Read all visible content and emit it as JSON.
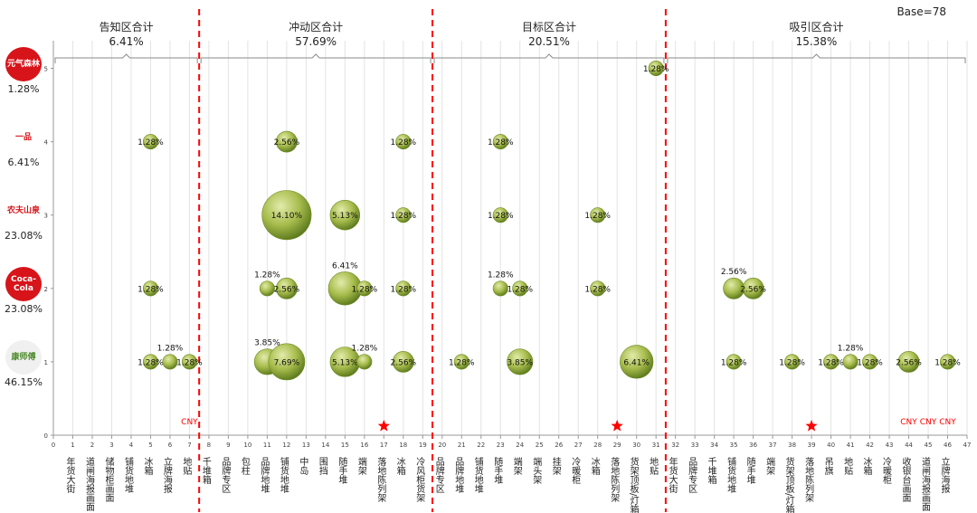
{
  "base_label": "Base=78",
  "brands": [
    {
      "pct": "46.15%",
      "logo_text": "康师傅",
      "logo_color": "#4b8a2a",
      "logo_bg": "#f0f0f0"
    },
    {
      "pct": "23.08%",
      "logo_text": "Coca-Cola",
      "logo_color": "#ffffff",
      "logo_bg": "#d7141a"
    },
    {
      "pct": "23.08%",
      "logo_text": "农夫山泉",
      "logo_color": "#d7141a",
      "logo_bg": "#ffffff"
    },
    {
      "pct": "6.41%",
      "logo_text": "一品",
      "logo_color": "#d7141a",
      "logo_bg": "#ffffff"
    },
    {
      "pct": "1.28%",
      "logo_text": "元气森林",
      "logo_color": "#ffffff",
      "logo_bg": "#d7141a"
    }
  ],
  "chart_data": {
    "type": "scatter",
    "title": "",
    "xlabel": "",
    "ylabel": "",
    "xlim": [
      0,
      47
    ],
    "ylim": [
      0,
      5.5
    ],
    "x_ticks": [
      0,
      1,
      2,
      3,
      4,
      5,
      6,
      7,
      8,
      9,
      10,
      11,
      12,
      13,
      14,
      15,
      16,
      17,
      18,
      19,
      20,
      21,
      22,
      23,
      24,
      25,
      26,
      27,
      28,
      29,
      30,
      31,
      32,
      33,
      34,
      35,
      36,
      37,
      38,
      39,
      40,
      41,
      42,
      43,
      44,
      45,
      46,
      47
    ],
    "y_ticks": [
      0,
      1,
      2,
      3,
      4,
      5
    ],
    "categories": [
      {
        "x": 1,
        "label": "年货大街"
      },
      {
        "x": 2,
        "label": "道闸海报画面"
      },
      {
        "x": 3,
        "label": "储物柜画面"
      },
      {
        "x": 4,
        "label": "铺货地堆"
      },
      {
        "x": 5,
        "label": "冰箱"
      },
      {
        "x": 6,
        "label": "立牌海报"
      },
      {
        "x": 7,
        "label": "地贴"
      },
      {
        "x": 8,
        "label": "千堆箱"
      },
      {
        "x": 9,
        "label": "品牌专区"
      },
      {
        "x": 10,
        "label": "包柱"
      },
      {
        "x": 11,
        "label": "品牌地堆"
      },
      {
        "x": 12,
        "label": "铺货地堆"
      },
      {
        "x": 13,
        "label": "中岛"
      },
      {
        "x": 14,
        "label": "围挡"
      },
      {
        "x": 15,
        "label": "随手堆"
      },
      {
        "x": 16,
        "label": "端架"
      },
      {
        "x": 17,
        "label": "落地陈列架"
      },
      {
        "x": 18,
        "label": "冰箱"
      },
      {
        "x": 19,
        "label": "冷风柜货架"
      },
      {
        "x": 20,
        "label": "品牌专区"
      },
      {
        "x": 21,
        "label": "品牌地堆"
      },
      {
        "x": 22,
        "label": "铺货地堆"
      },
      {
        "x": 23,
        "label": "随手堆"
      },
      {
        "x": 24,
        "label": "端架"
      },
      {
        "x": 25,
        "label": "端头架"
      },
      {
        "x": 26,
        "label": "挂架"
      },
      {
        "x": 27,
        "label": "冷暖柜"
      },
      {
        "x": 28,
        "label": "冰箱"
      },
      {
        "x": 29,
        "label": "落地陈列架"
      },
      {
        "x": 30,
        "label": "货架顶板/灯箱"
      },
      {
        "x": 31,
        "label": "地贴"
      },
      {
        "x": 32,
        "label": "年货大街"
      },
      {
        "x": 33,
        "label": "品牌专区"
      },
      {
        "x": 34,
        "label": "千堆箱"
      },
      {
        "x": 35,
        "label": "铺货地堆"
      },
      {
        "x": 36,
        "label": "随手堆"
      },
      {
        "x": 37,
        "label": "端架"
      },
      {
        "x": 38,
        "label": "货架顶板/灯箱"
      },
      {
        "x": 39,
        "label": "落地陈列架"
      },
      {
        "x": 40,
        "label": "吊旗"
      },
      {
        "x": 41,
        "label": "地贴"
      },
      {
        "x": 42,
        "label": "冰箱"
      },
      {
        "x": 43,
        "label": "冷暖柜"
      },
      {
        "x": 44,
        "label": "收银台画面"
      },
      {
        "x": 45,
        "label": "道闸海报画面"
      },
      {
        "x": 46,
        "label": "立牌海报"
      }
    ],
    "zones": [
      {
        "name": "告知区合计",
        "pct": "6.41%",
        "from": 0,
        "to": 7.5
      },
      {
        "name": "冲动区合计",
        "pct": "57.69%",
        "from": 7.5,
        "to": 19.5
      },
      {
        "name": "目标区合计",
        "pct": "20.51%",
        "from": 19.5,
        "to": 31.5
      },
      {
        "name": "吸引区合计",
        "pct": "15.38%",
        "from": 31.5,
        "to": 47
      }
    ],
    "dividers": [
      7.5,
      19.5,
      31.5
    ],
    "points": [
      {
        "x": 31,
        "y": 5,
        "value": 1.28,
        "label": "1.28%"
      },
      {
        "x": 5,
        "y": 4,
        "value": 1.28,
        "label": "1.28%"
      },
      {
        "x": 12,
        "y": 4,
        "value": 2.56,
        "label": "2.56%"
      },
      {
        "x": 18,
        "y": 4,
        "value": 1.28,
        "label": "1.28%"
      },
      {
        "x": 23,
        "y": 4,
        "value": 1.28,
        "label": "1.28%"
      },
      {
        "x": 12,
        "y": 3,
        "value": 14.1,
        "label": "14.10%"
      },
      {
        "x": 15,
        "y": 3,
        "value": 5.13,
        "label": "5.13%"
      },
      {
        "x": 18,
        "y": 3,
        "value": 1.28,
        "label": "1.28%"
      },
      {
        "x": 23,
        "y": 3,
        "value": 1.28,
        "label": "1.28%"
      },
      {
        "x": 28,
        "y": 3,
        "value": 1.28,
        "label": "1.28%"
      },
      {
        "x": 5,
        "y": 2,
        "value": 1.28,
        "label": "1.28%"
      },
      {
        "x": 11,
        "y": 2,
        "value": 1.28,
        "label": "1.28%",
        "label_above": true
      },
      {
        "x": 12,
        "y": 2,
        "value": 2.56,
        "label": "2.56%"
      },
      {
        "x": 15,
        "y": 2,
        "value": 6.41,
        "label": "6.41%",
        "label_above": true
      },
      {
        "x": 16,
        "y": 2,
        "value": 1.28,
        "label": "1.28%"
      },
      {
        "x": 18,
        "y": 2,
        "value": 1.28,
        "label": "1.28%"
      },
      {
        "x": 23,
        "y": 2,
        "value": 1.28,
        "label": "1.28%",
        "label_above": true
      },
      {
        "x": 24,
        "y": 2,
        "value": 1.28,
        "label": "1.28%"
      },
      {
        "x": 28,
        "y": 2,
        "value": 1.28,
        "label": "1.28%"
      },
      {
        "x": 35,
        "y": 2,
        "value": 2.56,
        "label": "2.56%",
        "label_above": true
      },
      {
        "x": 36,
        "y": 2,
        "value": 2.56,
        "label": "2.56%"
      },
      {
        "x": 5,
        "y": 1,
        "value": 1.28,
        "label": "1.28%"
      },
      {
        "x": 6,
        "y": 1,
        "value": 1.28,
        "label": "1.28%",
        "label_above": true
      },
      {
        "x": 7,
        "y": 1,
        "value": 1.28,
        "label": "1.28%"
      },
      {
        "x": 11,
        "y": 1,
        "value": 3.85,
        "label": "3.85%",
        "label_above": true
      },
      {
        "x": 12,
        "y": 1,
        "value": 7.69,
        "label": "7.69%"
      },
      {
        "x": 15,
        "y": 1,
        "value": 5.13,
        "label": "5.13%"
      },
      {
        "x": 16,
        "y": 1,
        "value": 1.28,
        "label": "1.28%",
        "label_above": true
      },
      {
        "x": 18,
        "y": 1,
        "value": 2.56,
        "label": "2.56%"
      },
      {
        "x": 21,
        "y": 1,
        "value": 1.28,
        "label": "1.28%"
      },
      {
        "x": 24,
        "y": 1,
        "value": 3.85,
        "label": "3.85%"
      },
      {
        "x": 30,
        "y": 1,
        "value": 6.41,
        "label": "6.41%"
      },
      {
        "x": 35,
        "y": 1,
        "value": 1.28,
        "label": "1.28%"
      },
      {
        "x": 38,
        "y": 1,
        "value": 1.28,
        "label": "1.28%"
      },
      {
        "x": 40,
        "y": 1,
        "value": 1.28,
        "label": "1.28%"
      },
      {
        "x": 41,
        "y": 1,
        "value": 1.28,
        "label": "1.28%",
        "label_above": true
      },
      {
        "x": 42,
        "y": 1,
        "value": 1.28,
        "label": "1.28%"
      },
      {
        "x": 44,
        "y": 1,
        "value": 2.56,
        "label": "2.56%"
      },
      {
        "x": 46,
        "y": 1,
        "value": 1.28,
        "label": "1.28%"
      }
    ],
    "markers": [
      {
        "x": 7,
        "y": 0.2,
        "kind": "text",
        "text": "CNY",
        "color": "#ff0000"
      },
      {
        "x": 44,
        "y": 0.2,
        "kind": "text",
        "text": "CNY",
        "color": "#ff0000"
      },
      {
        "x": 45,
        "y": 0.2,
        "kind": "text",
        "text": "CNY",
        "color": "#ff0000"
      },
      {
        "x": 46,
        "y": 0.2,
        "kind": "text",
        "text": "CNY",
        "color": "#ff0000"
      },
      {
        "x": 17,
        "y": 0.1,
        "kind": "star",
        "color": "#ff0000"
      },
      {
        "x": 29,
        "y": 0.1,
        "kind": "star",
        "color": "#ff0000"
      },
      {
        "x": 39,
        "y": 0.1,
        "kind": "star",
        "color": "#ff0000"
      }
    ],
    "colors": {
      "bubble_light": "#e2ebaa",
      "bubble_mid": "#a7bc4c",
      "bubble_dark": "#5d7a1e",
      "divider": "#ff0000",
      "grid": "#e3e3e3",
      "axis": "#999999"
    },
    "grid": true
  }
}
